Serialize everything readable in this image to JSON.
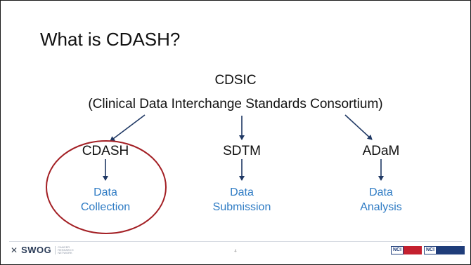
{
  "title": "What is CDASH?",
  "organization": {
    "acronym": "CDSIC",
    "full_name": "(Clinical Data Interchange Standards Consortium)"
  },
  "standards": [
    {
      "name": "CDASH",
      "purpose_line1": "Data",
      "purpose_line2": "Collection",
      "highlighted": true
    },
    {
      "name": "SDTM",
      "purpose_line1": "Data",
      "purpose_line2": "Submission",
      "highlighted": false
    },
    {
      "name": "ADaM",
      "purpose_line1": "Data",
      "purpose_line2": "Analysis",
      "highlighted": false
    }
  ],
  "footer": {
    "logo_text": "SWOG",
    "logo_subtext": "CANCER RESEARCH NETWORK",
    "page_number": "4",
    "logo_right_1": "NCI",
    "logo_right_2": "NCI"
  },
  "colors": {
    "arrow": "#1f3864",
    "purpose_text": "#2e7bc4",
    "highlight_ring": "#a31f24"
  }
}
